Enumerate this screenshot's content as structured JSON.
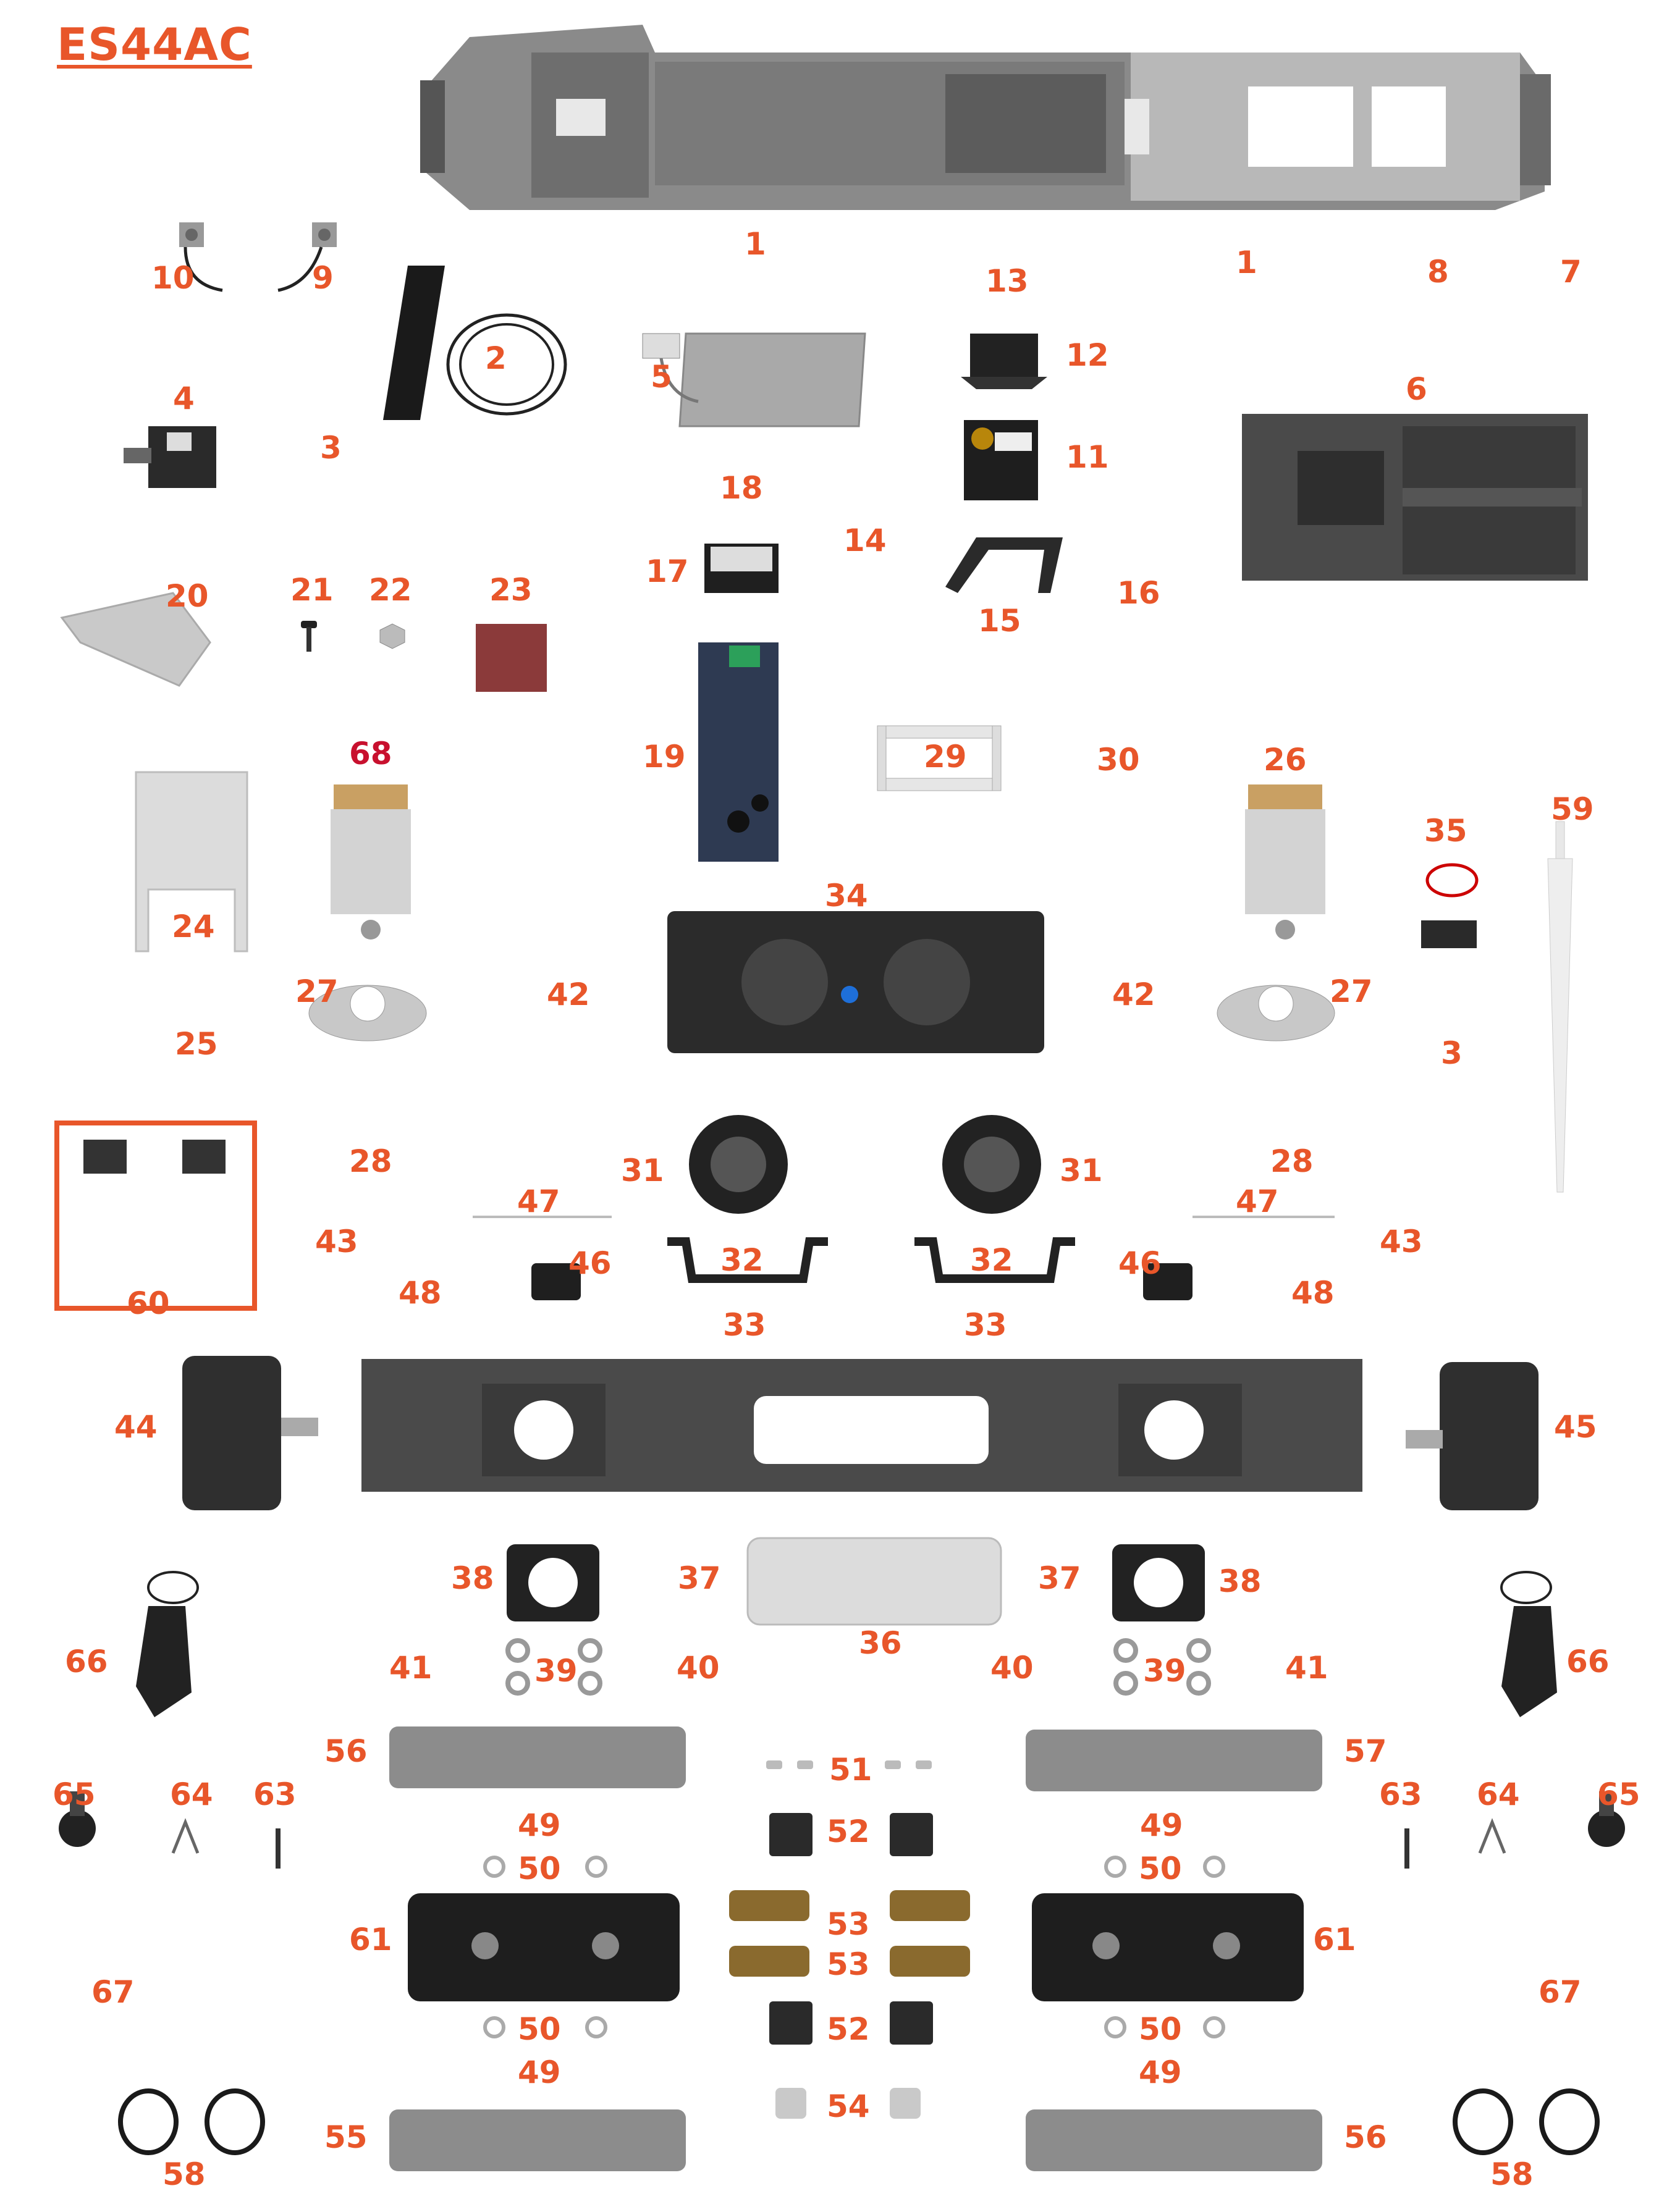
{
  "title": "ES44AC",
  "colors": {
    "label": "#e8562a",
    "label_68": "#c8102e"
  },
  "parts": [
    {
      "key": "10",
      "label": "10"
    },
    {
      "key": "9",
      "label": "9"
    },
    {
      "key": "1",
      "label": "1"
    },
    {
      "key": "1b",
      "label": "1"
    },
    {
      "key": "13",
      "label": "13"
    },
    {
      "key": "8",
      "label": "8"
    },
    {
      "key": "7",
      "label": "7"
    },
    {
      "key": "2",
      "label": "2"
    },
    {
      "key": "5",
      "label": "5"
    },
    {
      "key": "12",
      "label": "12"
    },
    {
      "key": "4",
      "label": "4"
    },
    {
      "key": "3",
      "label": "3"
    },
    {
      "key": "11",
      "label": "11"
    },
    {
      "key": "6",
      "label": "6"
    },
    {
      "key": "18",
      "label": "18"
    },
    {
      "key": "14",
      "label": "14"
    },
    {
      "key": "17",
      "label": "17"
    },
    {
      "key": "16",
      "label": "16"
    },
    {
      "key": "15",
      "label": "15"
    },
    {
      "key": "20",
      "label": "20"
    },
    {
      "key": "21",
      "label": "21"
    },
    {
      "key": "22",
      "label": "22"
    },
    {
      "key": "23",
      "label": "23"
    },
    {
      "key": "68",
      "label": "68"
    },
    {
      "key": "19",
      "label": "19"
    },
    {
      "key": "29",
      "label": "29"
    },
    {
      "key": "30",
      "label": "30"
    },
    {
      "key": "26",
      "label": "26"
    },
    {
      "key": "59",
      "label": "59"
    },
    {
      "key": "35",
      "label": "35"
    },
    {
      "key": "24",
      "label": "24"
    },
    {
      "key": "34",
      "label": "34"
    },
    {
      "key": "27",
      "label": "27"
    },
    {
      "key": "42",
      "label": "42"
    },
    {
      "key": "42b",
      "label": "42"
    },
    {
      "key": "27b",
      "label": "27"
    },
    {
      "key": "25",
      "label": "25"
    },
    {
      "key": "3b",
      "label": "3"
    },
    {
      "key": "28",
      "label": "28"
    },
    {
      "key": "28b",
      "label": "28"
    },
    {
      "key": "31",
      "label": "31"
    },
    {
      "key": "31b",
      "label": "31"
    },
    {
      "key": "47",
      "label": "47"
    },
    {
      "key": "47b",
      "label": "47"
    },
    {
      "key": "43",
      "label": "43"
    },
    {
      "key": "32",
      "label": "32"
    },
    {
      "key": "32b",
      "label": "32"
    },
    {
      "key": "43b",
      "label": "43"
    },
    {
      "key": "48",
      "label": "48"
    },
    {
      "key": "46",
      "label": "46"
    },
    {
      "key": "46b",
      "label": "46"
    },
    {
      "key": "48b",
      "label": "48"
    },
    {
      "key": "33",
      "label": "33"
    },
    {
      "key": "33b",
      "label": "33"
    },
    {
      "key": "60",
      "label": "60"
    },
    {
      "key": "44",
      "label": "44"
    },
    {
      "key": "45",
      "label": "45"
    },
    {
      "key": "38",
      "label": "38"
    },
    {
      "key": "37",
      "label": "37"
    },
    {
      "key": "37b",
      "label": "37"
    },
    {
      "key": "38b",
      "label": "38"
    },
    {
      "key": "36",
      "label": "36"
    },
    {
      "key": "66",
      "label": "66"
    },
    {
      "key": "66b",
      "label": "66"
    },
    {
      "key": "41",
      "label": "41"
    },
    {
      "key": "39",
      "label": "39"
    },
    {
      "key": "40",
      "label": "40"
    },
    {
      "key": "40b",
      "label": "40"
    },
    {
      "key": "39b",
      "label": "39"
    },
    {
      "key": "41b",
      "label": "41"
    },
    {
      "key": "56",
      "label": "56"
    },
    {
      "key": "57",
      "label": "57"
    },
    {
      "key": "51",
      "label": "51"
    },
    {
      "key": "65",
      "label": "65"
    },
    {
      "key": "64",
      "label": "64"
    },
    {
      "key": "63",
      "label": "63"
    },
    {
      "key": "63b",
      "label": "63"
    },
    {
      "key": "64b",
      "label": "64"
    },
    {
      "key": "65b",
      "label": "65"
    },
    {
      "key": "49",
      "label": "49"
    },
    {
      "key": "49b",
      "label": "49"
    },
    {
      "key": "52",
      "label": "52"
    },
    {
      "key": "50",
      "label": "50"
    },
    {
      "key": "50b",
      "label": "50"
    },
    {
      "key": "61",
      "label": "61"
    },
    {
      "key": "53",
      "label": "53"
    },
    {
      "key": "61b",
      "label": "61"
    },
    {
      "key": "67",
      "label": "67"
    },
    {
      "key": "53b",
      "label": "53"
    },
    {
      "key": "67b",
      "label": "67"
    },
    {
      "key": "50c",
      "label": "50"
    },
    {
      "key": "52b",
      "label": "52"
    },
    {
      "key": "50d",
      "label": "50"
    },
    {
      "key": "49c",
      "label": "49"
    },
    {
      "key": "49d",
      "label": "49"
    },
    {
      "key": "54",
      "label": "54"
    },
    {
      "key": "55",
      "label": "55"
    },
    {
      "key": "56b",
      "label": "56"
    },
    {
      "key": "58",
      "label": "58"
    },
    {
      "key": "58b",
      "label": "58"
    }
  ]
}
